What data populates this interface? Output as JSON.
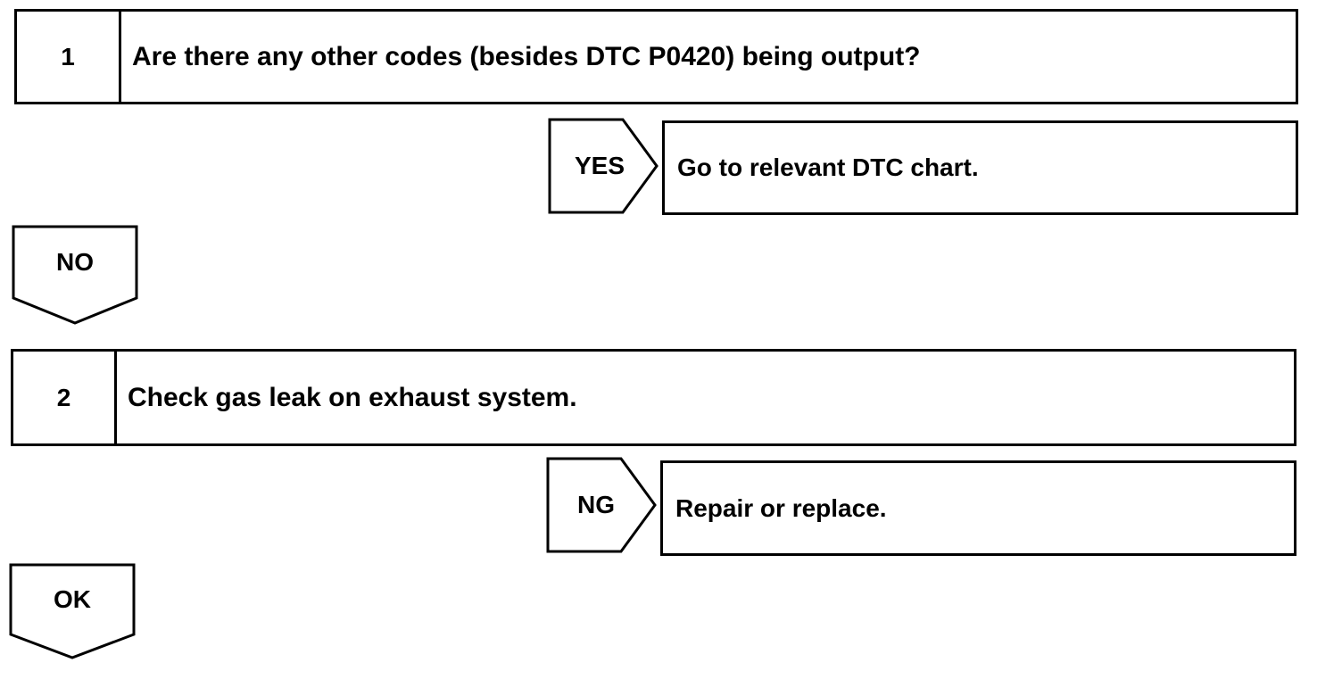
{
  "steps": [
    {
      "number": "1",
      "text": "Are there any other codes (besides DTC P0420) being output?"
    },
    {
      "number": "2",
      "text": "Check gas leak on exhaust system."
    }
  ],
  "branches": [
    {
      "label": "YES",
      "result": "Go to relevant DTC chart."
    },
    {
      "label": "NG",
      "result": "Repair or replace."
    }
  ],
  "continues": [
    {
      "label": "NO"
    },
    {
      "label": "OK"
    }
  ]
}
